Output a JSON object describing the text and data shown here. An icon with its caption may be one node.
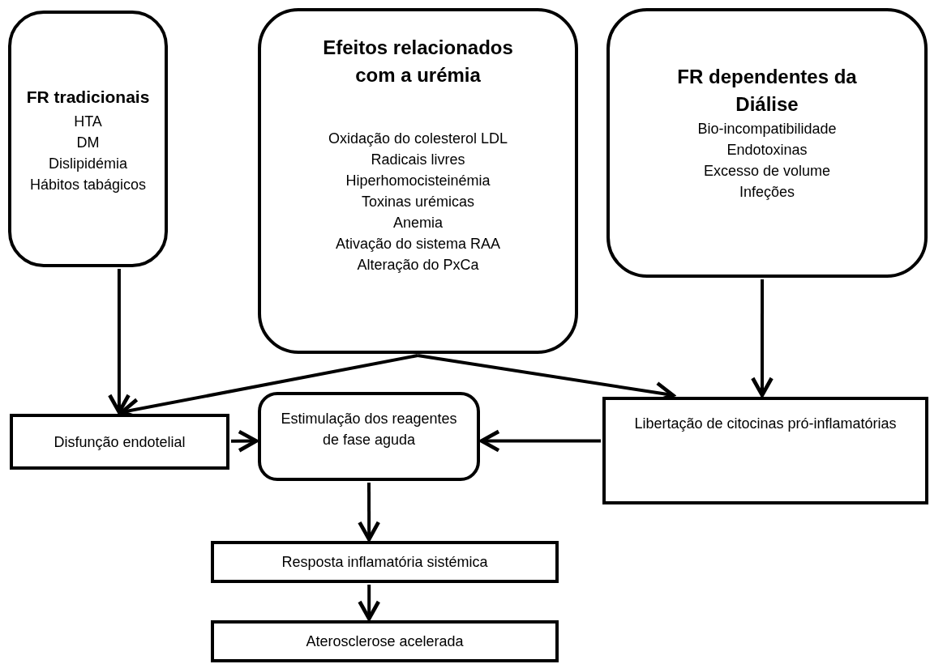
{
  "diagram": {
    "nodes": [
      {
        "text": [
          "FR tradicionais",
          "HTA",
          "DM",
          "Dislipidémia",
          "Hábitos tabágicos"
        ]
      },
      {
        "text": [
          "Efeitos relacionados com a urémia",
          "Oxidação do colesterol LDL",
          "Radicais livres",
          "Hiperhomocisteinémia",
          "Toxinas urémicas",
          "Anemia",
          "Ativação do sistema RAA",
          "Alteração do PxCa"
        ]
      },
      {
        "text": [
          "FR dependentes da Diálise",
          "Bio-incompatibilidade",
          "Endotoxinas",
          "Excesso de volume",
          "Infeções"
        ]
      },
      {
        "text": [
          "Disfunção endotelial"
        ]
      },
      {
        "text": [
          "Estimulação dos reagentes de fase aguda"
        ]
      },
      {
        "text": [
          "Libertação de citocinas pró-inflamatórias"
        ]
      },
      {
        "text": [
          "Resposta inflamatória sistémica"
        ]
      },
      {
        "text": [
          "Aterosclerose acelerada"
        ]
      }
    ],
    "edges": [
      {
        "from": 0,
        "to": 3,
        "arrow": "to"
      },
      {
        "from": 1,
        "to": 3,
        "arrow": "to"
      },
      {
        "from": 1,
        "to": 5,
        "arrow": "to"
      },
      {
        "from": 2,
        "to": 5,
        "arrow": "to"
      },
      {
        "from": 3,
        "to": 4,
        "arrow": "to"
      },
      {
        "from": 5,
        "to": 4,
        "arrow": "to"
      },
      {
        "from": 4,
        "to": 6,
        "arrow": "to"
      },
      {
        "from": 6,
        "to": 7,
        "arrow": "to"
      }
    ]
  }
}
